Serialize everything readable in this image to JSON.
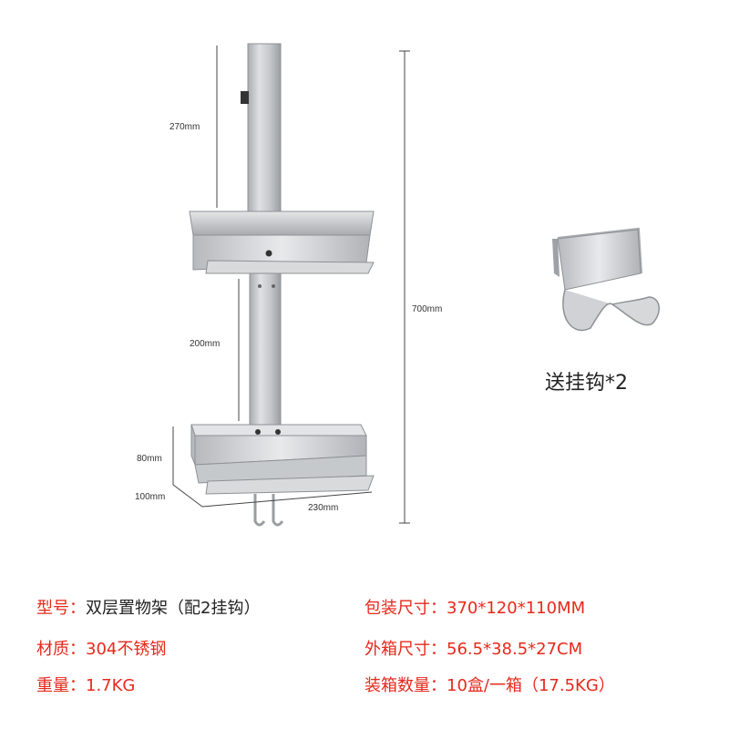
{
  "dimensions": {
    "upper_height": "270mm",
    "total_height": "700mm",
    "middle_height": "200mm",
    "basket_height": "80mm",
    "depth": "100mm",
    "width": "230mm"
  },
  "accessory": {
    "caption": "送挂钩*2"
  },
  "specs": [
    {
      "label": "型号：",
      "value": "双层置物架（配2挂钩）"
    },
    {
      "label": "材质：",
      "value": "304不锈钢"
    },
    {
      "label": "重量：",
      "value": "1.7KG"
    },
    {
      "label": "包装尺寸：",
      "value": "370*120*110MM"
    },
    {
      "label": "外箱尺寸：",
      "value": "56.5*38.5*27CM"
    },
    {
      "label": "装箱数量：",
      "value": "10盒/一箱（17.5KG）"
    }
  ],
  "colors": {
    "accent": "#e6291c",
    "metal": "#c9cbce"
  },
  "icons": [
    "shelf-product-image",
    "hook-product-image"
  ]
}
